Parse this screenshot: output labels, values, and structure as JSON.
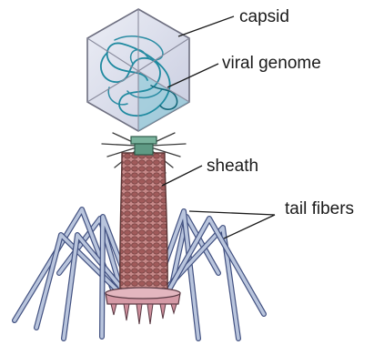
{
  "labels": {
    "capsid": "capsid",
    "viral_genome": "viral genome",
    "sheath": "sheath",
    "tail_fibers": "tail fibers"
  },
  "colors": {
    "capsid_fill": "#d9dcea",
    "capsid_stroke": "#6e6f80",
    "genome_stroke": "#1f8aa0",
    "genome_panel": "#7fc6d6",
    "collar": "#5f9a84",
    "sheath_fill": "#c68888",
    "sheath_cell": "#a86060",
    "sheath_stroke": "#5a3434",
    "fiber_fill": "#b9c5dd",
    "fiber_stroke": "#415080",
    "baseplate": "#d59aa6",
    "leader_line": "#1a1a1a"
  }
}
